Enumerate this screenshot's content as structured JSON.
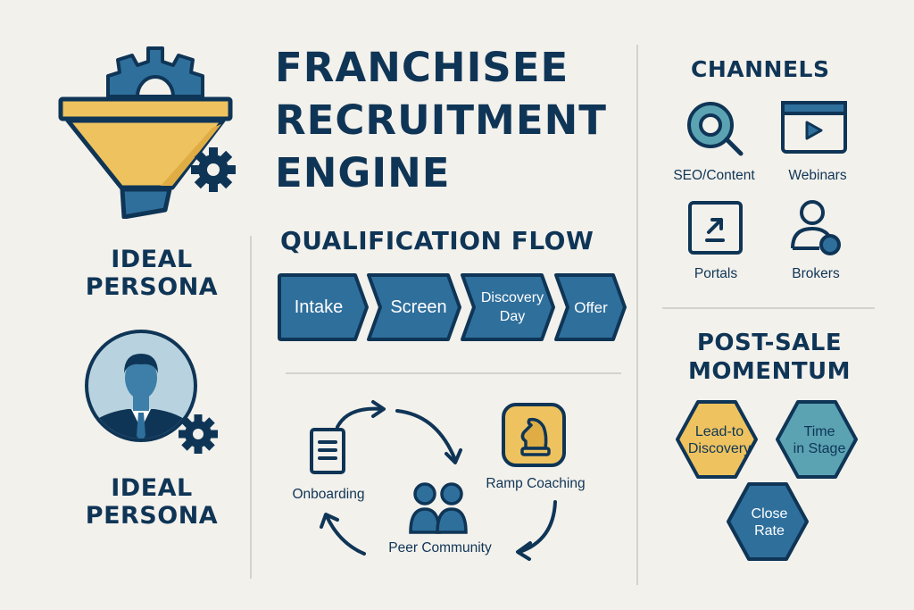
{
  "header": {
    "title_line1": "FRANCHISEE",
    "title_line2": "RECRUITMENT",
    "title_line3": "ENGINE"
  },
  "left": {
    "funnel_icon": "funnel-gear-icon",
    "persona_label_1_line1": "IDEAL",
    "persona_label_1_line2": "PERSONA",
    "avatar_icon": "businessman-avatar-icon",
    "persona_label_2_line1": "IDEAL",
    "persona_label_2_line2": "PERSONA"
  },
  "qualification": {
    "title": "QUALIFICATION FLOW",
    "steps": [
      {
        "label": "Intake"
      },
      {
        "label": "Screen"
      },
      {
        "label_line1": "Discovery",
        "label_line2": "Day"
      },
      {
        "label": "Offer"
      }
    ]
  },
  "cycle": {
    "items": [
      {
        "label": "Onboarding",
        "icon": "document-icon"
      },
      {
        "label": "Ramp Coaching",
        "icon": "chess-knight-icon"
      },
      {
        "label": "Peer Community",
        "icon": "people-icon"
      }
    ]
  },
  "channels": {
    "title": "CHANNELS",
    "items": [
      {
        "label": "SEO/Content",
        "icon": "search-icon"
      },
      {
        "label": "Webinars",
        "icon": "video-play-icon"
      },
      {
        "label": "Portals",
        "icon": "portal-arrow-icon"
      },
      {
        "label": "Brokers",
        "icon": "broker-person-icon"
      }
    ]
  },
  "momentum": {
    "title_line1": "POST-SALE",
    "title_line2": "MOMENTUM",
    "metrics": [
      {
        "line1": "Lead-to",
        "line2": "Discovery",
        "color": "#eec35f"
      },
      {
        "line1": "Time",
        "line2": "in Stage",
        "color": "#5ba3b3"
      },
      {
        "line1": "Close",
        "line2": "Rate",
        "color": "#2f6f9c"
      }
    ]
  },
  "colors": {
    "navy": "#0f3556",
    "blue": "#2f6f9c",
    "teal": "#5ba3b3",
    "yellow": "#eec35f",
    "background": "#f3f1ec"
  }
}
